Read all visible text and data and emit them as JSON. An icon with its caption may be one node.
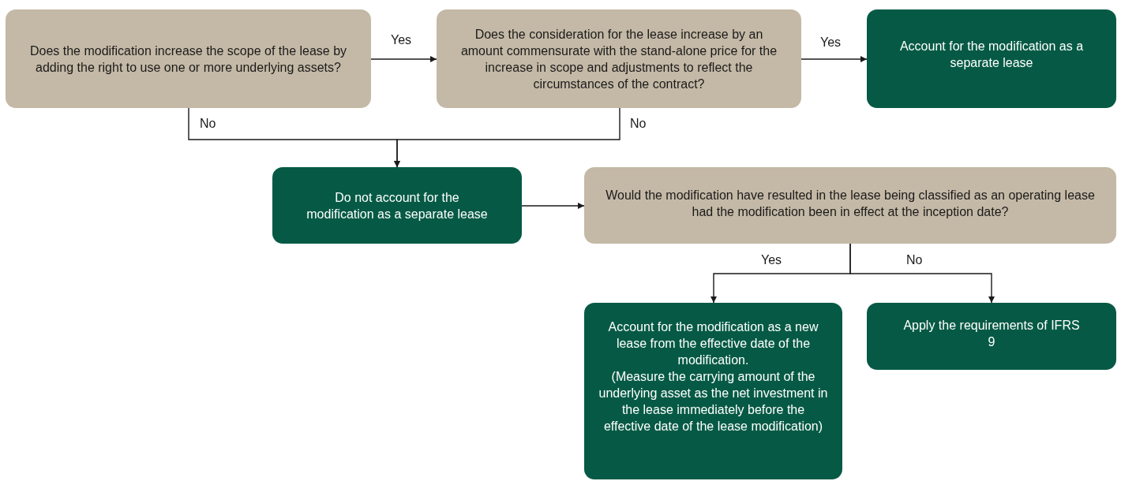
{
  "diagram": {
    "nodes": [
      {
        "text": [
          "Does the modification increase the scope of the lease by adding the right to use one or more underlying assets?"
        ]
      },
      {
        "text": [
          "Does the consideration for the lease increase by an amount commensurate with the stand-alone price for the increase in scope and adjustments to reflect the circumstances of the contract?"
        ]
      },
      {
        "text": [
          "Account for the modification as a separate lease"
        ]
      },
      {
        "text": [
          "Do not account for the modification as a separate lease"
        ]
      },
      {
        "text": [
          "Would the modification have resulted in the lease being classified as an operating lease had the modification been in effect at the inception date?"
        ]
      },
      {
        "text": [
          "Account for the modification as a new lease from the effective date of the modification.",
          "(Measure the carrying amount of the underlying asset as the net investment in the lease immediately before the effective date of the lease modification)"
        ]
      },
      {
        "text": [
          "Apply the requirements of IFRS 9"
        ]
      }
    ],
    "edges": [
      {
        "from": 0,
        "to": 1,
        "arrow": "to",
        "label": "Yes"
      },
      {
        "from": 1,
        "to": 2,
        "arrow": "to",
        "label": "Yes"
      },
      {
        "from": 0,
        "to": 3,
        "arrow": "to",
        "label": "No"
      },
      {
        "from": 1,
        "to": 3,
        "arrow": "to",
        "label": "No"
      },
      {
        "from": 3,
        "to": 4,
        "arrow": "to"
      },
      {
        "from": 4,
        "to": 5,
        "arrow": "to",
        "label": "Yes"
      },
      {
        "from": 4,
        "to": 6,
        "arrow": "to",
        "label": "No"
      }
    ]
  }
}
